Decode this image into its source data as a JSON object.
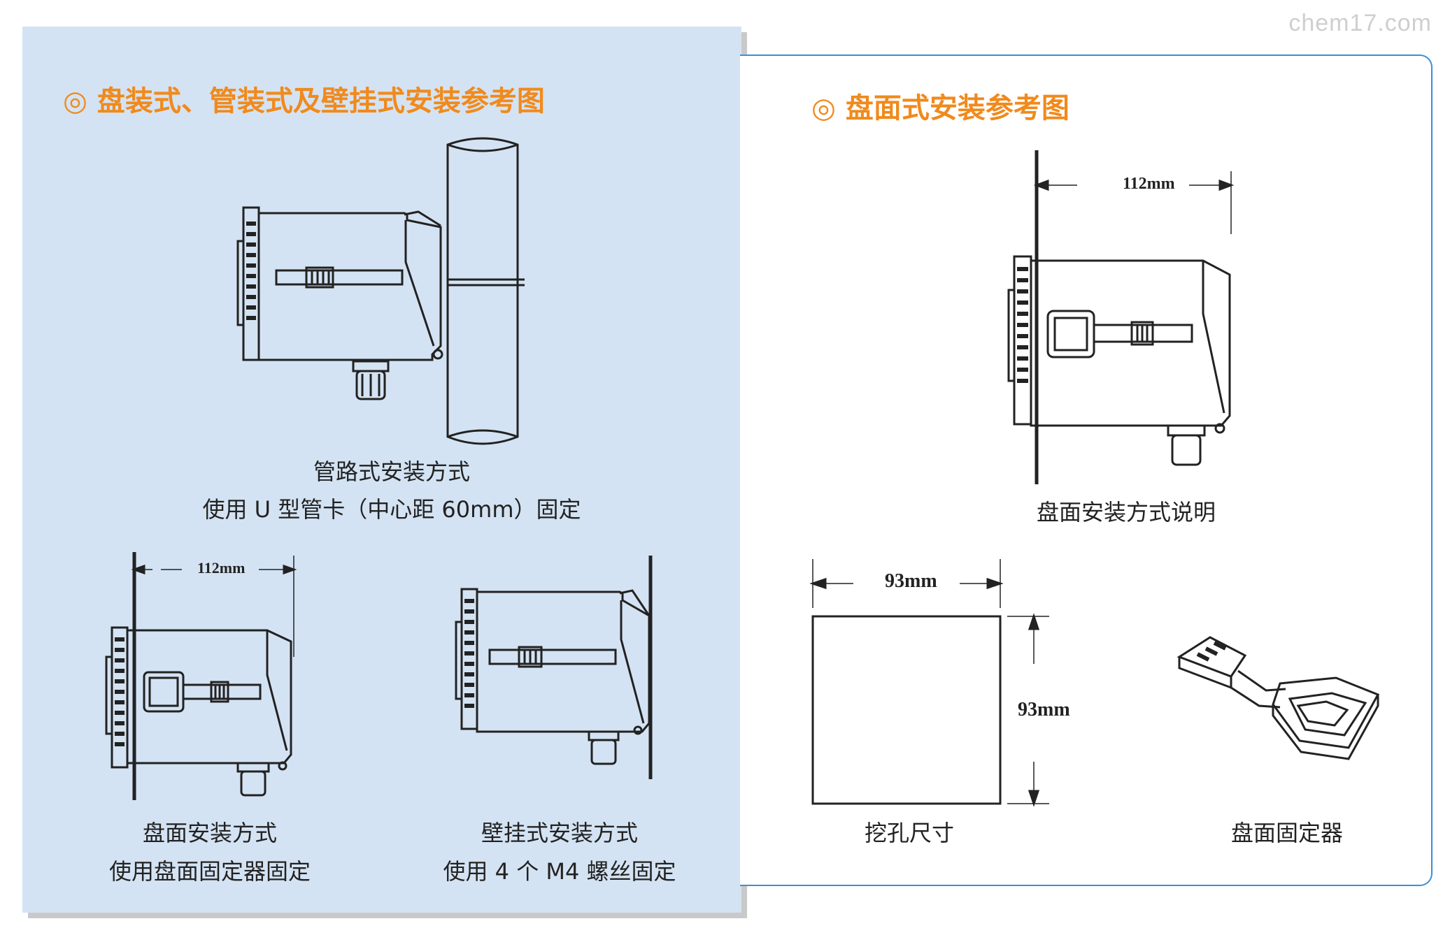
{
  "watermark": "chem17.com",
  "left_panel": {
    "heading": "◎ 盘装式、管装式及壁挂式安装参考图",
    "pipe": {
      "line1": "管路式安装方式",
      "line2": "使用 U 型管卡（中心距 60mm）固定"
    },
    "panel": {
      "line1": "盘面安装方式",
      "line2": "使用盘面固定器固定",
      "dimension": "112mm"
    },
    "wall": {
      "line1": "壁挂式安装方式",
      "line2": "使用 4 个 M4 螺丝固定"
    }
  },
  "right_panel": {
    "heading": "◎ 盘面式安装参考图",
    "panel_mount": {
      "caption": "盘面安装方式说明",
      "dimension": "112mm"
    },
    "cutout": {
      "caption": "挖孔尺寸",
      "width": "93mm",
      "height": "93mm"
    },
    "fixer": {
      "caption": "盘面固定器"
    }
  }
}
